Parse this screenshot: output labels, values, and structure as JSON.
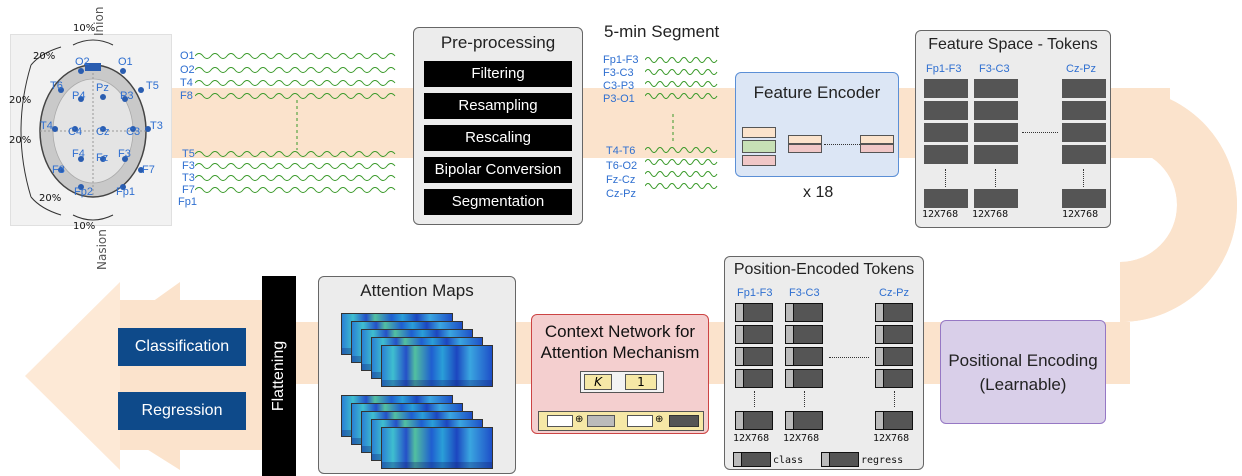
{
  "eeg_cap": {
    "top_label": "Inion",
    "bottom_label": "Nasion",
    "percent_top": "10%",
    "percent_bottom": "10%",
    "percent_20": "20%",
    "electrodes": [
      "O2",
      "O1",
      "T6",
      "Pz",
      "T5",
      "P4",
      "P3",
      "T4",
      "C4",
      "Cz",
      "C3",
      "T3",
      "F4",
      "Fz",
      "F3",
      "F8",
      "F7",
      "Fp2",
      "Fp1"
    ]
  },
  "raw_signals": {
    "top_labels": [
      "O1",
      "O2",
      "T4",
      "F8"
    ],
    "bottom_labels": [
      "T5",
      "F3",
      "T3",
      "F7",
      "Fp1"
    ]
  },
  "preprocessing": {
    "title": "Pre-processing",
    "steps": [
      "Filtering",
      "Resampling",
      "Rescaling",
      "Bipolar Conversion",
      "Segmentation"
    ]
  },
  "segment": {
    "title": "5-min Segment",
    "top_labels": [
      "Fp1-F3",
      "F3-C3",
      "C3-P3",
      "P3-O1"
    ],
    "bottom_labels": [
      "T4-T6",
      "T6-O2",
      "Fz-Cz",
      "Cz-Pz"
    ]
  },
  "feature_encoder": {
    "title": "Feature Encoder",
    "repeat": "x 18"
  },
  "feature_space": {
    "title": "Feature  Space - Tokens",
    "columns": [
      "Fp1-F3",
      "F3-C3",
      "Cz-Pz"
    ],
    "dims": [
      "12X768",
      "12X768",
      "12X768"
    ]
  },
  "positional_encoding": {
    "title": "Positional Encoding",
    "subtitle": "(Learnable)"
  },
  "position_tokens": {
    "title": "Position-Encoded Tokens",
    "columns": [
      "Fp1-F3",
      "F3-C3",
      "Cz-Pz"
    ],
    "dims": [
      "12X768",
      "12X768",
      "12X768"
    ],
    "class_label": "class",
    "regress_label": "regress"
  },
  "context_network": {
    "title_line1": "Context Network for",
    "title_line2": "Attention Mechanism",
    "k_label": "K",
    "one_label": "1"
  },
  "attention_maps": {
    "title": "Attention Maps"
  },
  "flattening": {
    "label": "Flattening"
  },
  "outputs": {
    "classification": "Classification",
    "regression": "Regression"
  },
  "colors": {
    "flow": "#fbe3cc",
    "encoder_bg": "#dce6f5",
    "encoder_border": "#5b8fd6",
    "pos_enc_bg": "#d9cfe9",
    "pos_enc_border": "#9678c4",
    "context_bg": "#f4cfcf",
    "context_border": "#c44",
    "output_blue": "#0e4a8a",
    "label_blue": "#2f6fd0",
    "wave_green": "#3a9a2a"
  }
}
